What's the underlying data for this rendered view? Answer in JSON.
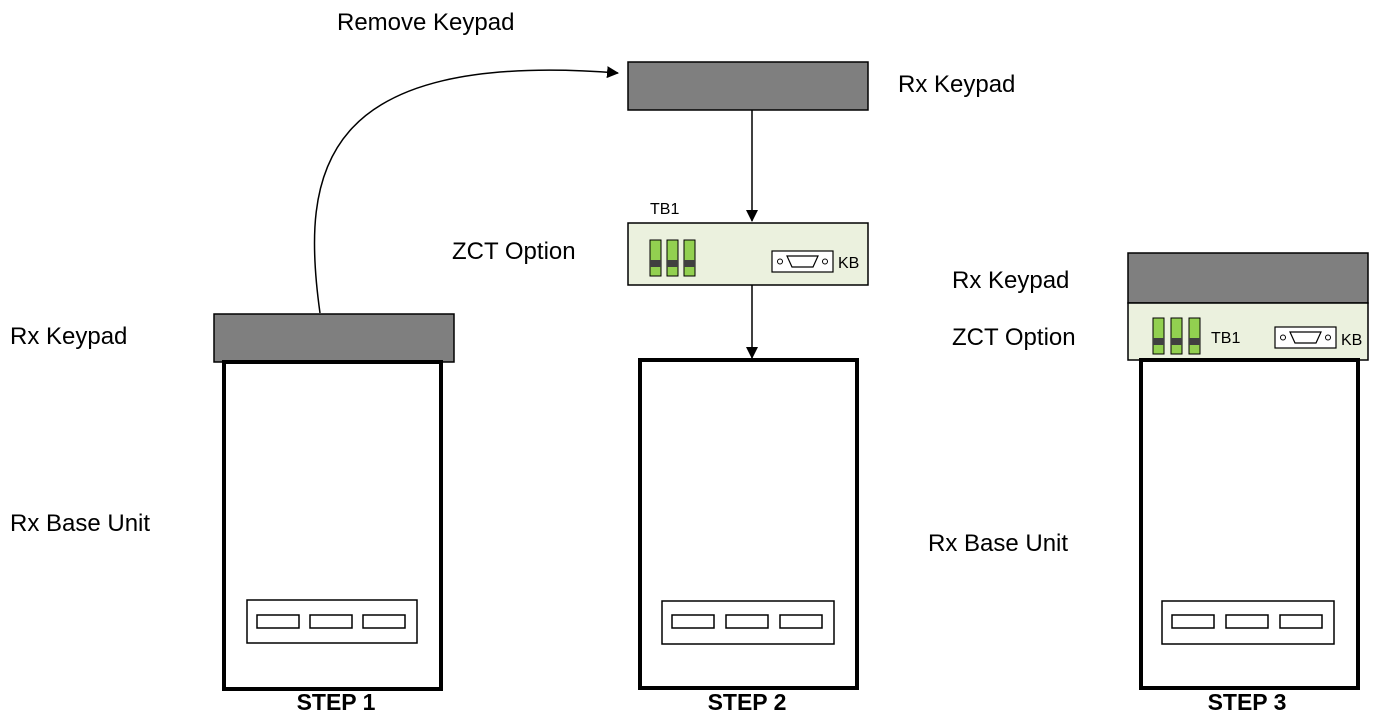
{
  "colors": {
    "keypad_fill": "#7f7f7f",
    "option_fill": "#ebf1de",
    "switch_green": "#92d050",
    "switch_dark": "#404040",
    "outline": "#000000",
    "background": "#ffffff"
  },
  "annotations": {
    "remove_keypad": "Remove Keypad"
  },
  "step1": {
    "keypad_label": "Rx Keypad",
    "base_label": "Rx Base Unit",
    "step_label": "STEP 1"
  },
  "step2": {
    "keypad_label": "Rx Keypad",
    "option_label": "ZCT Option",
    "tb_label": "TB1",
    "kb_label": "KB",
    "step_label": "STEP 2"
  },
  "step3": {
    "keypad_label": "Rx Keypad",
    "option_label": "ZCT Option",
    "tb_label": "TB1",
    "kb_label": "KB",
    "base_label": "Rx Base Unit",
    "step_label": "STEP 3"
  }
}
